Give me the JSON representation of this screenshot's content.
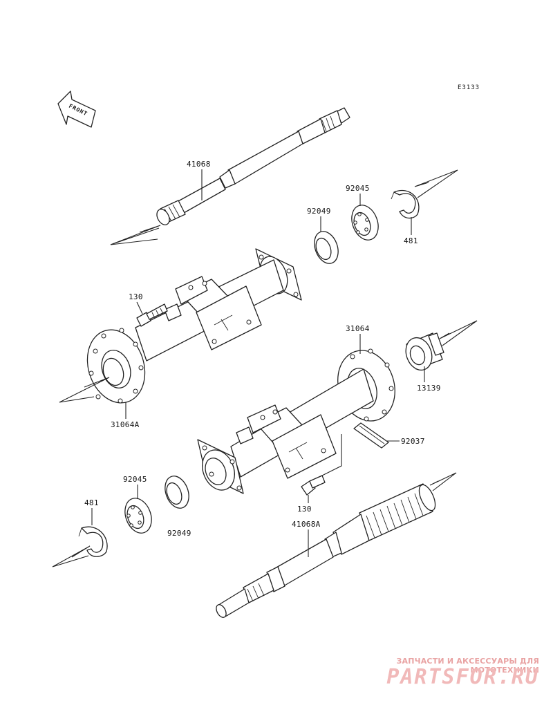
{
  "diagram": {
    "code": "E3133",
    "front_label": "FRONT",
    "labels": {
      "p41068": "41068",
      "p92045_top": "92045",
      "p92049_top": "92049",
      "p481_top": "481",
      "p130_top": "130",
      "p31064": "31064",
      "p13139": "13139",
      "p31064A": "31064A",
      "p92037": "92037",
      "p92045_bottom": "92045",
      "p481_bottom": "481",
      "p92049_bottom": "92049",
      "p130_bottom": "130",
      "p41068A": "41068A"
    }
  },
  "watermark": {
    "tagline": "ЗАПЧАСТИ И АКСЕССУАРЫ ДЛЯ МОТОТЕХНИКИ",
    "logo": "PARTSFOR.RU"
  }
}
